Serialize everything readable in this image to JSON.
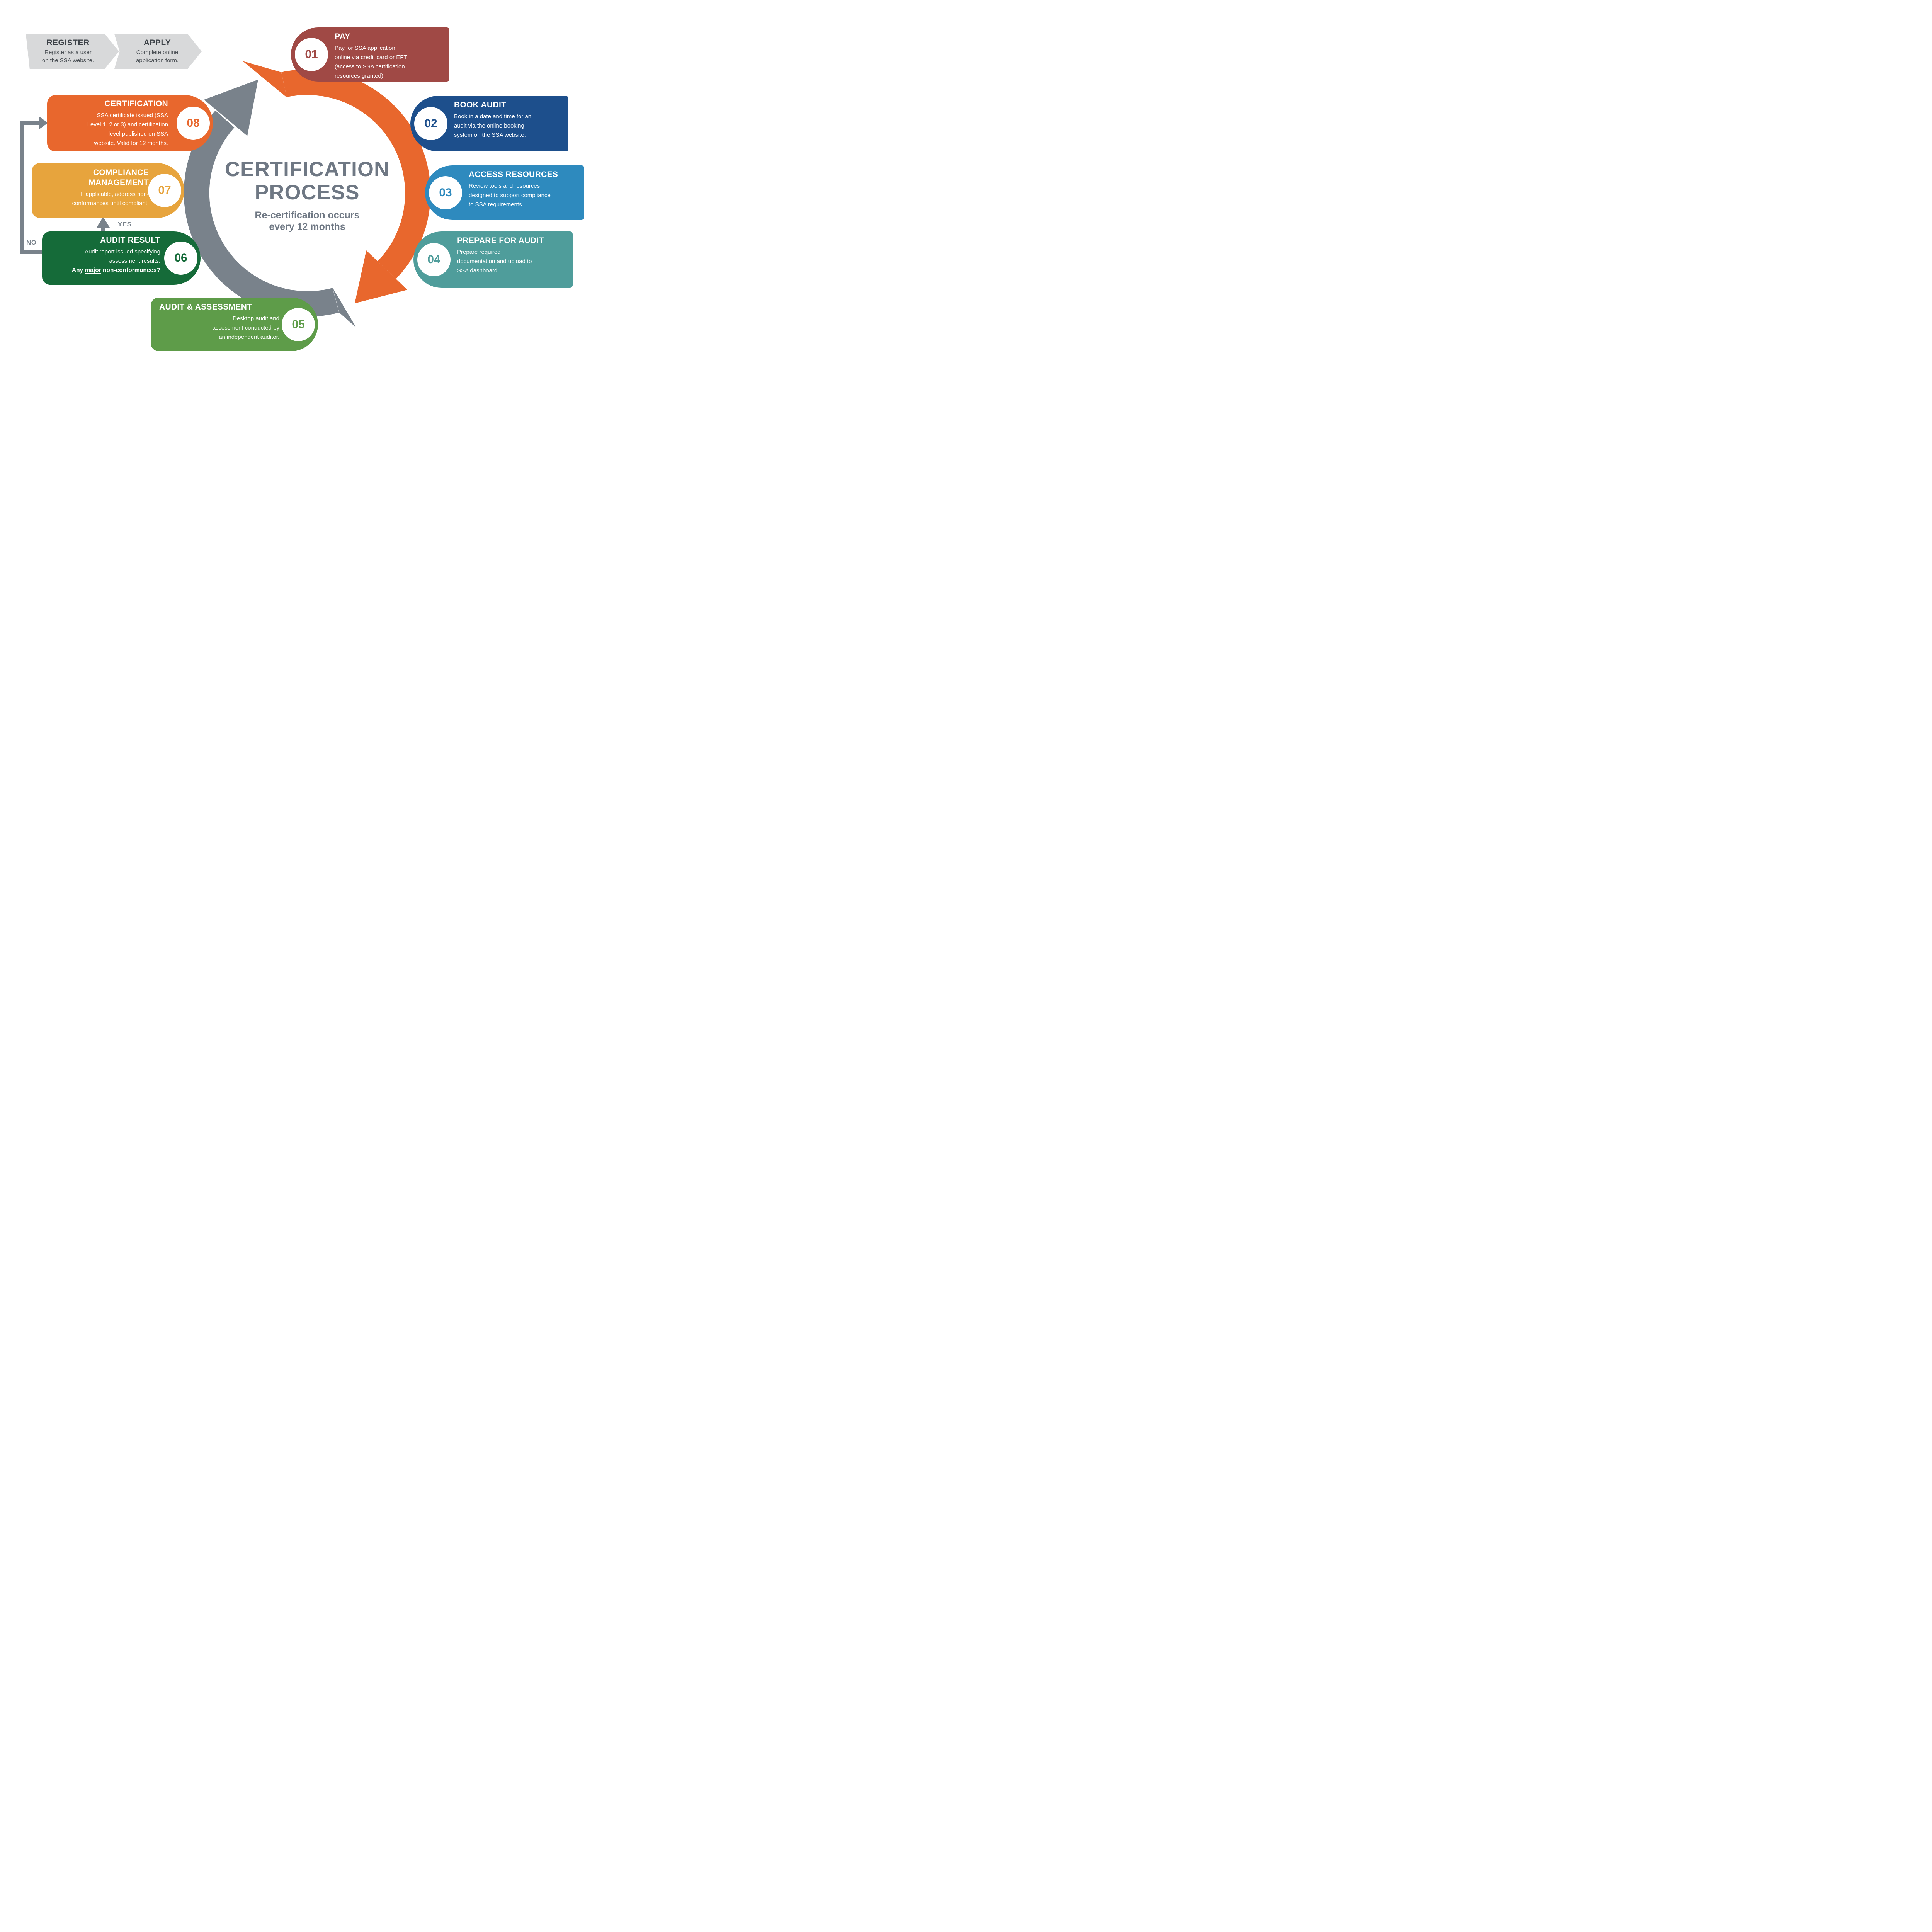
{
  "palette": {
    "cycle_orange": "#E8672D",
    "cycle_gray": "#79828B",
    "chevron_gray": "#D8D9DA",
    "center_text_gray": "#6F7884",
    "step01_red": "#A04945",
    "step02_navy": "#1D4F8C",
    "step03_blue": "#2E8ABE",
    "step04_teal": "#4F9D9B",
    "step05_green": "#5E9C49",
    "step06_dark_green": "#156B39",
    "step07_amber": "#E7A43D",
    "step08_orange": "#E8672D"
  },
  "pre_steps": [
    {
      "title": "REGISTER",
      "body": "Register as a user\non the SSA website."
    },
    {
      "title": "APPLY",
      "body": "Complete online\napplication form."
    }
  ],
  "center": {
    "title": "CERTIFICATION\nPROCESS",
    "subtitle": "Re-certification occurs\nevery 12 months"
  },
  "steps": [
    {
      "num": "01",
      "title": "PAY",
      "body": "Pay for SSA application\nonline via credit card or EFT\n(access to SSA certification\nresources granted).",
      "color": "#A04945"
    },
    {
      "num": "02",
      "title": "BOOK AUDIT",
      "body": "Book in a date and time for an\naudit via the online booking\nsystem on the SSA website.",
      "color": "#1D4F8C"
    },
    {
      "num": "03",
      "title": "ACCESS RESOURCES",
      "body": "Review tools and resources\ndesigned to support compliance\nto SSA requirements.",
      "color": "#2E8ABE"
    },
    {
      "num": "04",
      "title": "PREPARE FOR AUDIT",
      "body": "Prepare required\ndocumentation and upload to\nSSA dashboard.",
      "color": "#4F9D9B"
    },
    {
      "num": "05",
      "title": "AUDIT & ASSESSMENT",
      "body": "Desktop audit and\nassessment conducted by\nan independent auditor.",
      "color": "#5E9C49"
    },
    {
      "num": "06",
      "title": "AUDIT RESULT",
      "body": "Audit report issued specifying\nassessment results.",
      "question": {
        "prefix": "Any ",
        "underlined": "major",
        "suffix": " non-conformances?"
      },
      "color": "#156B39"
    },
    {
      "num": "07",
      "title": "COMPLIANCE\nMANAGEMENT",
      "body": "If applicable, address non-\nconformances until compliant.",
      "color": "#E7A43D"
    },
    {
      "num": "08",
      "title": "CERTIFICATION",
      "body": "SSA certificate issued (SSA\nLevel 1, 2 or 3) and certification\nlevel published on SSA\nwebsite. Valid for 12 months.",
      "color": "#E8672D"
    }
  ],
  "decision_labels": {
    "yes": "YES",
    "no": "NO"
  }
}
